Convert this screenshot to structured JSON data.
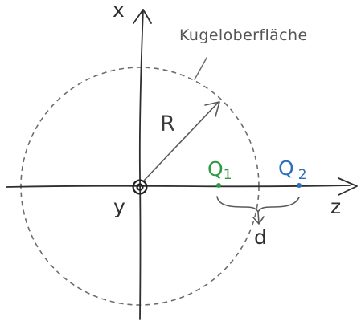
{
  "labels": {
    "x_axis": "x",
    "y_axis": "y",
    "z_axis": "z",
    "sphere_surface": "Kugeloberfläche",
    "radius": "R",
    "distance": "d",
    "q1_main": "Q",
    "q1_sub": "1",
    "q2_main": "Q",
    "q2_sub": "2"
  },
  "colors": {
    "q1": "#2e9a43",
    "q2": "#2c6fb7",
    "ink": "#2f2f2f",
    "sphere": "#6d6d6d"
  }
}
